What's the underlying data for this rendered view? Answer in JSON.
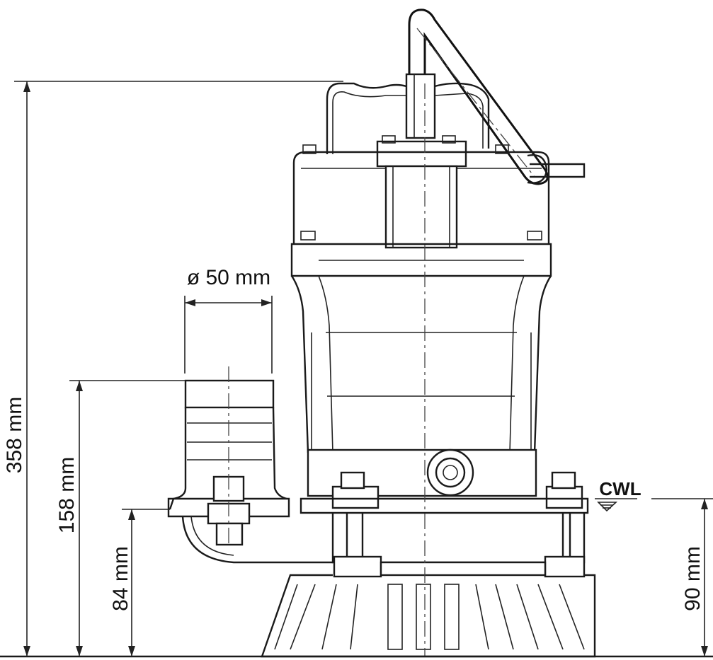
{
  "dimensions": {
    "total_height": "358 mm",
    "outlet_height": "158 mm",
    "outlet_center_height": "84 mm",
    "outlet_diameter": "ø 50 mm",
    "cwl_height": "90 mm"
  },
  "labels": {
    "cwl": "CWL"
  }
}
